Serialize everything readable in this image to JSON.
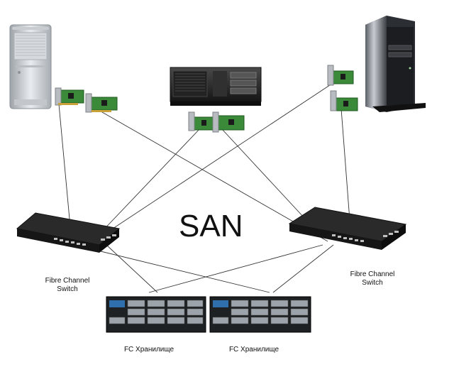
{
  "diagram": {
    "title": "SAN",
    "switch_left_label_line1": "Fibre Channel",
    "switch_left_label_line2": "Switch",
    "switch_right_label_line1": "Fibre Channel",
    "switch_right_label_line2": "Switch",
    "storage_left_label": "FC Хранилище",
    "storage_right_label": "FC Хранилище",
    "nodes": [
      {
        "id": "server-mac",
        "kind": "tower-workstation"
      },
      {
        "id": "server-rack",
        "kind": "rack-server"
      },
      {
        "id": "server-tower",
        "kind": "tower-server"
      },
      {
        "id": "fc-switch-left",
        "kind": "fibre-channel-switch"
      },
      {
        "id": "fc-switch-right",
        "kind": "fibre-channel-switch"
      },
      {
        "id": "fc-storage-left",
        "kind": "storage-array"
      },
      {
        "id": "fc-storage-right",
        "kind": "storage-array"
      }
    ],
    "colors": {
      "cable": "#333333",
      "hba_board": "#3a8a3a",
      "switch_body": "#2a2a2a"
    }
  }
}
